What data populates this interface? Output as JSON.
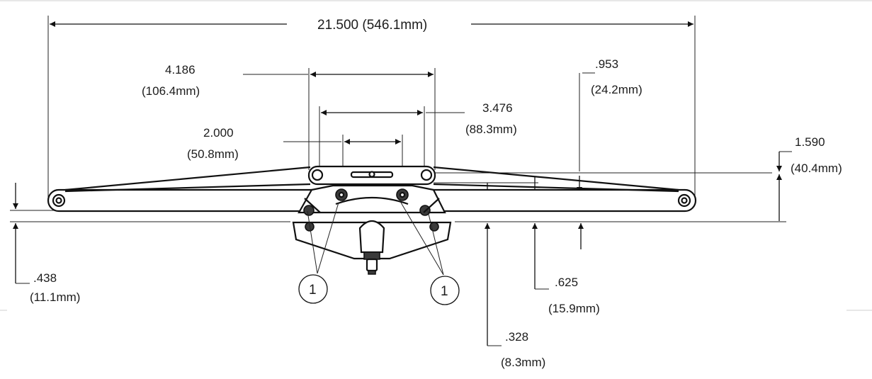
{
  "dimensions": {
    "overall_length": "21.500 (546.1mm)",
    "d4186_in": "4.186",
    "d4186_mm": "(106.4mm)",
    "d3476_in": "3.476",
    "d3476_mm": "(88.3mm)",
    "d2000_in": "2.000",
    "d2000_mm": "(50.8mm)",
    "d953_in": ".953",
    "d953_mm": "(24.2mm)",
    "d1590_in": "1.590",
    "d1590_mm": "(40.4mm)",
    "d438_in": ".438",
    "d438_mm": "(11.1mm)",
    "d625_in": ".625",
    "d625_mm": "(15.9mm)",
    "d328_in": ".328",
    "d328_mm": "(8.3mm)"
  },
  "callouts": {
    "left": "1",
    "right": "1"
  }
}
